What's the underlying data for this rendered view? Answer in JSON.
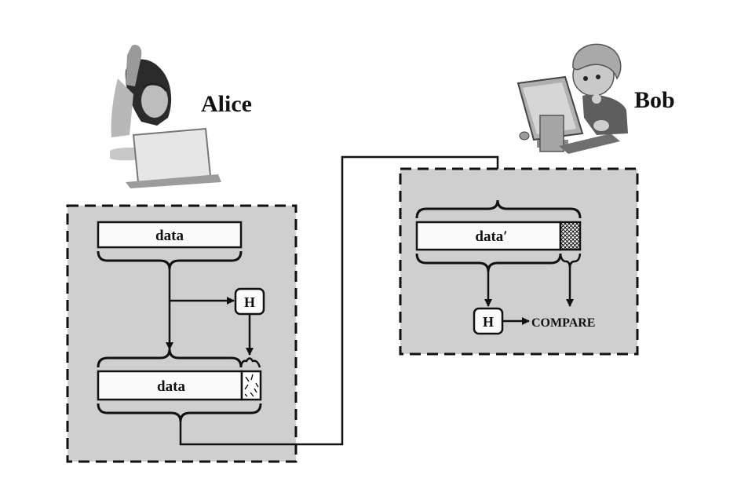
{
  "alice": {
    "name": "Alice",
    "data_label": "data",
    "sent_data_label": "data",
    "hash_label": "H"
  },
  "bob": {
    "name": "Bob",
    "data_label": "data′",
    "hash_label": "H",
    "compare_label": "COMPARE"
  },
  "colors": {
    "panel": "#cfcfcf",
    "ink": "#111111",
    "box": "#fafafa",
    "hash_block": "#ffffff"
  },
  "icons": {
    "alice": "person-with-laptop-icon",
    "bob": "child-at-computer-icon"
  }
}
